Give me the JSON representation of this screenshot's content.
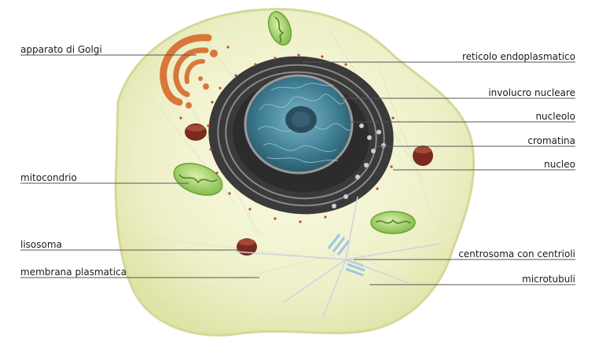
{
  "labels": {
    "golgi": "apparato di Golgi",
    "mitochondrion": "mitocondrio",
    "lysosome": "lisosoma",
    "plasma_membrane": "membrana plasmatica",
    "er": "reticolo endoplasmatico",
    "nuclear_envelope": "involucro nucleare",
    "nucleolus": "nucleolo",
    "chromatin": "cromatina",
    "nucleus": "nucleo",
    "centrosome": "centrosoma con centrioli",
    "microtubules": "microtubuli"
  },
  "colors": {
    "cytoplasm": "#eef0c8",
    "membrane": "#dfe3a6",
    "er_dark": "#3a3a3a",
    "nucleus": "#2f6e85",
    "golgi": "#d9773a",
    "mitochondrion": "#8cc35a",
    "lysosome": "#7a2a1e",
    "centriole": "#9cc6e6",
    "leader_line": "#555555"
  }
}
